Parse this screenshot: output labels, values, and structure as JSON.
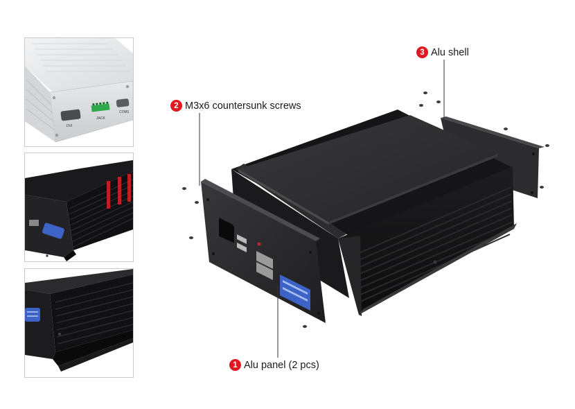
{
  "callouts": [
    {
      "number": "3",
      "label": "Alu shell"
    },
    {
      "number": "2",
      "label": "M3x6 countersunk screws"
    },
    {
      "number": "1",
      "label": "Alu panel (2 pcs)"
    }
  ],
  "thumbnail_1": {
    "port_labels": [
      "DVI",
      "JACK",
      "COM1"
    ]
  },
  "colors": {
    "callout_badge": "#e0181f",
    "enclosure_body": "#1c1c1e",
    "panel_face": "#2a2a2c",
    "silver_body": "#e6e7e9",
    "connector_blue": "#3d63c6",
    "highlight_red": "#d42027"
  }
}
